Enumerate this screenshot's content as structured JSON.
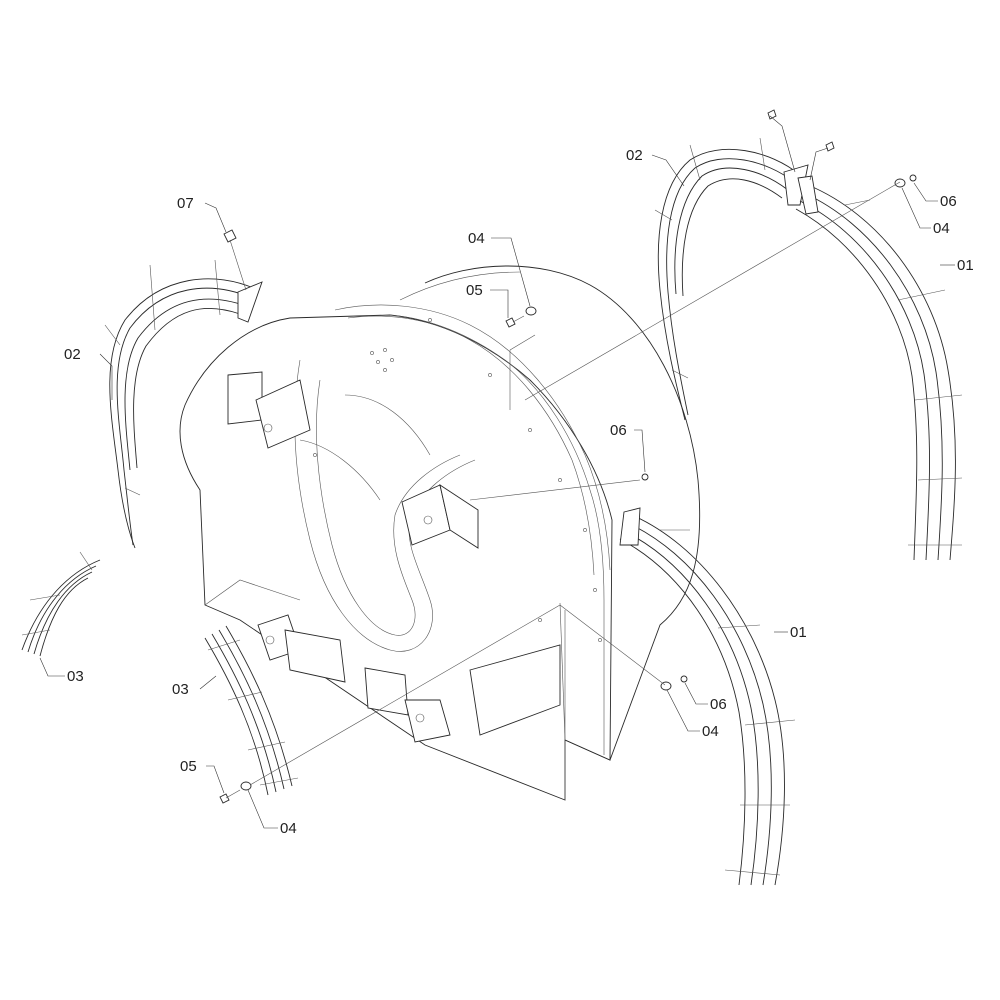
{
  "callouts": [
    {
      "id": "c-02-left",
      "label": "02"
    },
    {
      "id": "c-07",
      "label": "07"
    },
    {
      "id": "c-03-far-left",
      "label": "03"
    },
    {
      "id": "c-03-left",
      "label": "03"
    },
    {
      "id": "c-05-bottom",
      "label": "05"
    },
    {
      "id": "c-04-bottom",
      "label": "04"
    },
    {
      "id": "c-04-center",
      "label": "04"
    },
    {
      "id": "c-05-center",
      "label": "05"
    },
    {
      "id": "c-06-center",
      "label": "06"
    },
    {
      "id": "c-02-right",
      "label": "02"
    },
    {
      "id": "c-06-top-right",
      "label": "06"
    },
    {
      "id": "c-04-top-right",
      "label": "04"
    },
    {
      "id": "c-01-top-right",
      "label": "01"
    },
    {
      "id": "c-01-bottom-right",
      "label": "01"
    },
    {
      "id": "c-06-lower-right",
      "label": "06"
    },
    {
      "id": "c-04-lower-right",
      "label": "04"
    }
  ]
}
